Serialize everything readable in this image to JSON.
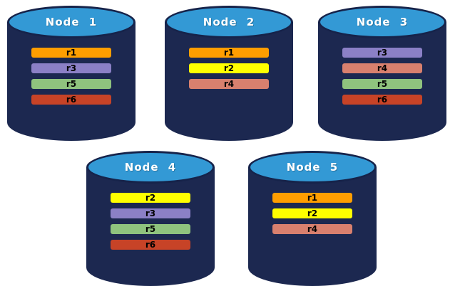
{
  "canvas": {
    "background": "#FFFFFF"
  },
  "colors": {
    "cylinder_body": "#1C2850",
    "cylinder_top": "#3399D5",
    "cylinder_outline": "#16234A",
    "title_text": "#FFFFFF",
    "replica_label_text": "#000000",
    "replica_r1": "#FF9E00",
    "replica_r2": "#FFFF00",
    "replica_r3": "#8B80C6",
    "replica_r4": "#D8806E",
    "replica_r5": "#8FC37E",
    "replica_r6": "#C74327"
  },
  "nodes": [
    {
      "title": "Node 1",
      "replicas": [
        {
          "label": "r1",
          "color": "#FF9E00"
        },
        {
          "label": "r3",
          "color": "#8B80C6"
        },
        {
          "label": "r5",
          "color": "#8FC37E"
        },
        {
          "label": "r6",
          "color": "#C74327"
        }
      ]
    },
    {
      "title": "Node 2",
      "replicas": [
        {
          "label": "r1",
          "color": "#FF9E00"
        },
        {
          "label": "r2",
          "color": "#FFFF00"
        },
        {
          "label": "r4",
          "color": "#D8806E"
        }
      ]
    },
    {
      "title": "Node 3",
      "replicas": [
        {
          "label": "r3",
          "color": "#8B80C6"
        },
        {
          "label": "r4",
          "color": "#D8806E"
        },
        {
          "label": "r5",
          "color": "#8FC37E"
        },
        {
          "label": "r6",
          "color": "#C74327"
        }
      ]
    },
    {
      "title": "Node 4",
      "replicas": [
        {
          "label": "r2",
          "color": "#FFFF00"
        },
        {
          "label": "r3",
          "color": "#8B80C6"
        },
        {
          "label": "r5",
          "color": "#8FC37E"
        },
        {
          "label": "r6",
          "color": "#C74327"
        }
      ]
    },
    {
      "title": "Node 5",
      "replicas": [
        {
          "label": "r1",
          "color": "#FF9E00"
        },
        {
          "label": "r2",
          "color": "#FFFF00"
        },
        {
          "label": "r4",
          "color": "#D8806E"
        }
      ]
    }
  ]
}
